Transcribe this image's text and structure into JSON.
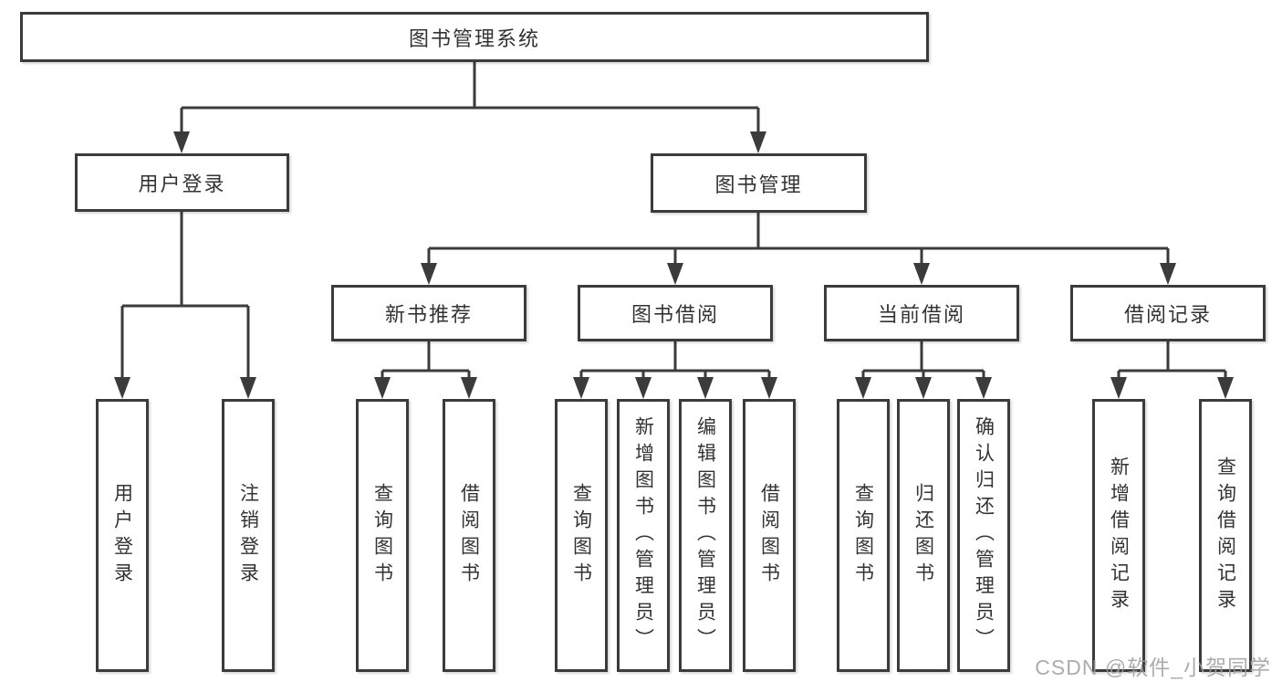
{
  "tree": {
    "root": "图书管理系统",
    "branches": [
      {
        "label": "用户登录",
        "children": [
          "用户登录",
          "注销登录"
        ]
      },
      {
        "label": "图书管理",
        "groups": [
          {
            "label": "新书推荐",
            "children": [
              "查询图书",
              "借阅图书"
            ]
          },
          {
            "label": "图书借阅",
            "children": [
              "查询图书",
              "新增图书（管理员）",
              "编辑图书（管理员）",
              "借阅图书"
            ]
          },
          {
            "label": "当前借阅",
            "children": [
              "查询图书",
              "归还图书",
              "确认归还（管理员）"
            ]
          },
          {
            "label": "借阅记录",
            "children": [
              "新增借阅记录",
              "查询借阅记录"
            ]
          }
        ]
      }
    ]
  },
  "colors": {
    "line": "#3b3b3b",
    "text": "#333333",
    "watermark": "#9e9e9e"
  },
  "watermark": "CSDN @软件_小贺同学"
}
